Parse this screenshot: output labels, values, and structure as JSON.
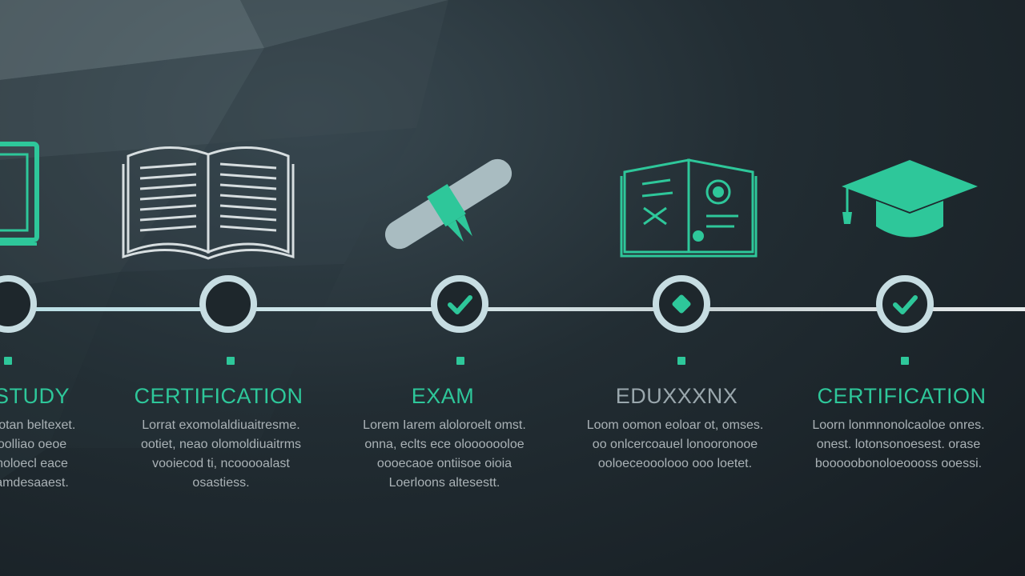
{
  "colors": {
    "accent": "#2ec79a",
    "node_ring": "#c7dde2",
    "line_art": "#d7dee0",
    "text_muted": "#aab2b6",
    "background": "#1b2328"
  },
  "steps": [
    {
      "title": "STUDY",
      "description": "oiotan beltexet.\noolliao oeoe\nnoloecl eace\namdesaaest.",
      "icon": "book-icon",
      "node_icon": "empty",
      "title_color": "#2ec79a"
    },
    {
      "title": "CERTIFICATION",
      "description": "Lorrat exomolaldiuaitresme.\nootiet, neao olomoldiuaitrms\nvooiecod ti, ncooooalast\nosastiess.",
      "icon": "open-book-icon",
      "node_icon": "empty",
      "title_color": "#2ec79a"
    },
    {
      "title": "EXAM",
      "description": "Lorem Iarem aloloroelt omst.\nonna, eclts ece olooooooloe\noooecaoe ontiisoe oioia\nLoerloons altesestt.",
      "icon": "diploma-scroll-icon",
      "node_icon": "check",
      "title_color": "#2ec79a"
    },
    {
      "title": "EDUXXXNX",
      "description": "Loom oomon eoloar ot, omses.\noo onlcercoauel lonooronooe\nooloeceooolooo ooo loetet.",
      "icon": "certificate-icon",
      "node_icon": "diamond",
      "title_color": "#9aa7ad"
    },
    {
      "title": "CERTIFICATION",
      "description": "Loorn lonmnonolcaoloe onres.\nonest. lotonsonoesest. orase\nbooooobonoloeoooss ooessi.",
      "icon": "graduation-cap-icon",
      "node_icon": "check",
      "title_color": "#2ec79a"
    }
  ]
}
